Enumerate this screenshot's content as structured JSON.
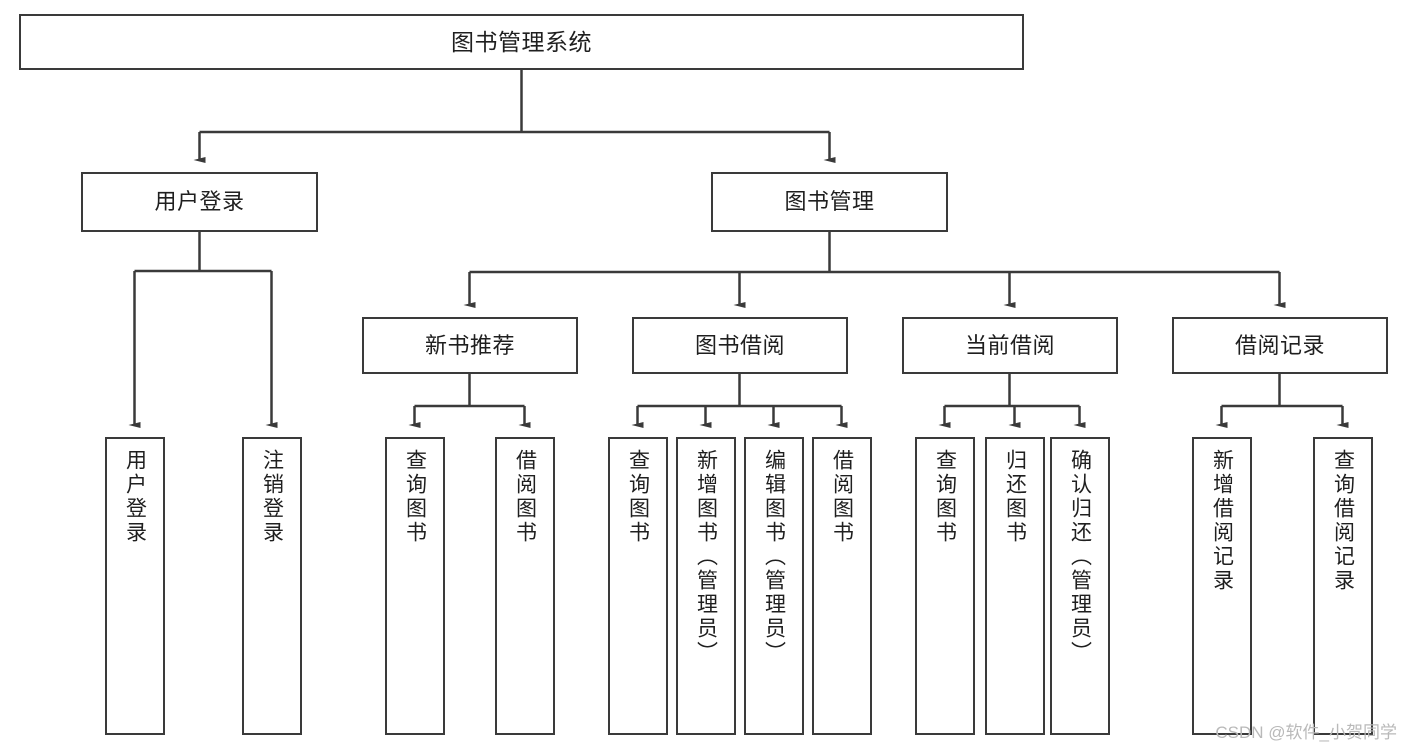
{
  "diagram": {
    "title": "图书管理系统",
    "type": "hierarchy-tree",
    "orientation": "top-down",
    "colors": {
      "box_border": "#3a3a3a",
      "box_fill": "#ffffff",
      "connector": "#3a3a3a",
      "text": "#1f1f1f",
      "watermark": "#b9b9b9",
      "background": "#ffffff"
    },
    "root": {
      "label": "图书管理系统"
    },
    "level2": [
      {
        "label": "用户登录"
      },
      {
        "label": "图书管理"
      }
    ],
    "level3": [
      {
        "label": "新书推荐"
      },
      {
        "label": "图书借阅"
      },
      {
        "label": "当前借阅"
      },
      {
        "label": "借阅记录"
      }
    ],
    "leaves": {
      "user_login": [
        {
          "label": "用户登录"
        },
        {
          "label": "注销登录"
        }
      ],
      "new_book_recommend": [
        {
          "label": "查询图书"
        },
        {
          "label": "借阅图书"
        }
      ],
      "book_borrow": [
        {
          "label": "查询图书"
        },
        {
          "label": "新增图书（管理员）"
        },
        {
          "label": "编辑图书（管理员）"
        },
        {
          "label": "借阅图书"
        }
      ],
      "current_borrow": [
        {
          "label": "查询图书"
        },
        {
          "label": "归还图书"
        },
        {
          "label": "确认归还（管理员）"
        }
      ],
      "borrow_record": [
        {
          "label": "新增借阅记录"
        },
        {
          "label": "查询借阅记录"
        }
      ]
    }
  },
  "watermark": {
    "text": "CSDN @软件_小贺同学"
  }
}
